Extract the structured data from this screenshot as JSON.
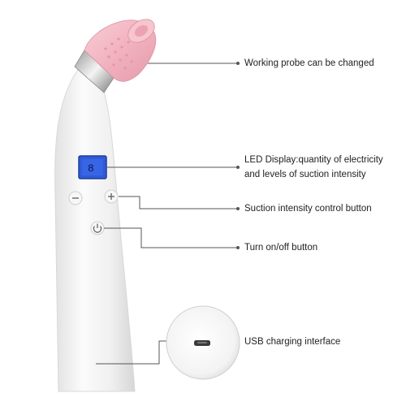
{
  "device": {
    "display_glyph": "8"
  },
  "callouts": {
    "probe": "Working probe can be changed",
    "display_line1": "LED Display:quantity of electricity",
    "display_line2": "and levels of suction intensity",
    "suction": "Suction intensity control button",
    "power": "Turn on/off button",
    "usb": "USB charging interface"
  },
  "colors": {
    "body": "#f2f2f2",
    "probe": "#f2b7c2",
    "display": "#2f5bd6",
    "leader": "#555555"
  },
  "icons": {
    "minus": "minus-icon",
    "plus": "plus-icon",
    "power": "power-icon",
    "usb": "usb-port-icon"
  }
}
